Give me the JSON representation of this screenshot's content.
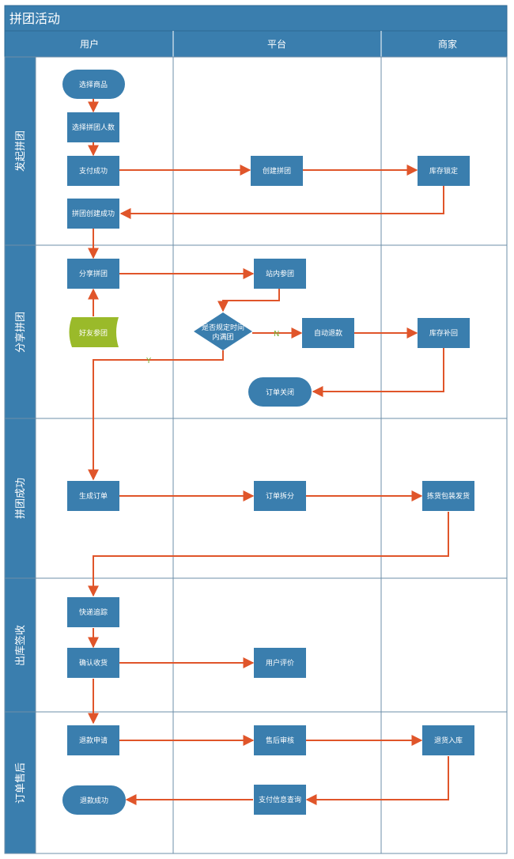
{
  "title": "拼团活动",
  "columns": {
    "user": "用户",
    "platform": "平台",
    "merchant": "商家"
  },
  "lanes": {
    "initiate": "发起拼团",
    "share": "分享拼团",
    "success": "拼团成功",
    "sign": "出库签收",
    "after_sale": "订单售后"
  },
  "nodes": {
    "select_product": "选择商品",
    "select_group_size": "选择拼团人数",
    "payment_success": "支付成功",
    "create_group": "创建拼团",
    "stock_lock": "库存锁定",
    "group_created": "拼团创建成功",
    "share_group": "分享拼团",
    "join_in_site": "站内参团",
    "friend_join": "好友参团",
    "decision_line1": "是否规定时间",
    "decision_line2": "内满团",
    "auto_refund": "自动退款",
    "stock_restore": "库存补回",
    "order_closed": "订单关闭",
    "generate_order": "生成订单",
    "order_split": "订单拆分",
    "pick_pack_ship": "拣货包装发货",
    "track_delivery": "快递追踪",
    "confirm_receipt": "确认收货",
    "user_review": "用户评价",
    "refund_request": "退款申请",
    "after_sale_review": "售后审核",
    "return_stock": "退货入库",
    "pay_info_query": "支付信息查询",
    "refund_success": "退款成功"
  },
  "edge_labels": {
    "yes": "Y",
    "no": "N"
  },
  "colors": {
    "header": "#3a7eae",
    "node": "#3a7eae",
    "node_alt": "#9aba2a",
    "arrow": "#e0552a",
    "grid": "#6d8fa8",
    "label_green": "#7fb33c"
  }
}
